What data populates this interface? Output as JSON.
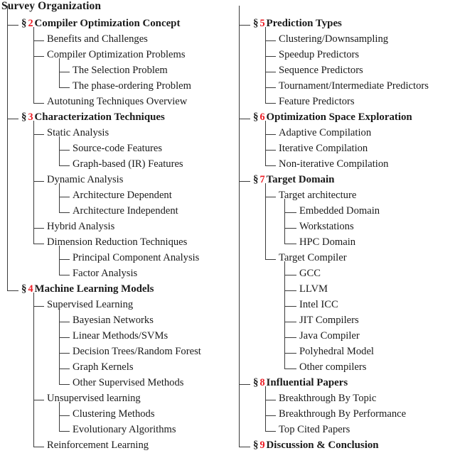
{
  "title": "Survey Organization",
  "accent_color": "#ec1c24",
  "line_color": "#3b3b3b",
  "section_mark": "§",
  "columns": [
    {
      "name": "left-column",
      "sections": [
        {
          "num": "2",
          "label": "Compiler Optimization Concept",
          "children": [
            {
              "label": "Benefits and Challenges",
              "children": []
            },
            {
              "label": "Compiler Optimization Problems",
              "children": [
                {
                  "label": "The Selection Problem"
                },
                {
                  "label": "The phase-ordering Problem"
                }
              ]
            },
            {
              "label": "Autotuning Techniques Overview",
              "children": []
            }
          ]
        },
        {
          "num": "3",
          "label": "Characterization Techniques",
          "children": [
            {
              "label": "Static Analysis",
              "children": [
                {
                  "label": "Source-code Features"
                },
                {
                  "label": "Graph-based (IR) Features"
                }
              ]
            },
            {
              "label": "Dynamic Analysis",
              "children": [
                {
                  "label": "Architecture Dependent"
                },
                {
                  "label": "Architecture Independent"
                }
              ]
            },
            {
              "label": "Hybrid Analysis",
              "children": []
            },
            {
              "label": "Dimension Reduction Techniques",
              "children": [
                {
                  "label": "Principal Component Analysis"
                },
                {
                  "label": "Factor Analysis"
                }
              ]
            }
          ]
        },
        {
          "num": "4",
          "label": "Machine Learning Models",
          "children": [
            {
              "label": "Supervised Learning",
              "children": [
                {
                  "label": "Bayesian Networks"
                },
                {
                  "label": "Linear Methods/SVMs"
                },
                {
                  "label": "Decision Trees/Random Forest"
                },
                {
                  "label": "Graph Kernels"
                },
                {
                  "label": "Other Supervised Methods"
                }
              ]
            },
            {
              "label": "Unsupervised learning",
              "children": [
                {
                  "label": "Clustering Methods"
                },
                {
                  "label": "Evolutionary Algorithms"
                }
              ]
            },
            {
              "label": "Reinforcement Learning",
              "children": []
            }
          ]
        }
      ]
    },
    {
      "name": "right-column",
      "sections": [
        {
          "num": "5",
          "label": "Prediction Types",
          "children": [
            {
              "label": "Clustering/Downsampling",
              "children": []
            },
            {
              "label": "Speedup Predictors",
              "children": []
            },
            {
              "label": "Sequence Predictors",
              "children": []
            },
            {
              "label": "Tournament/Intermediate Predictors",
              "children": []
            },
            {
              "label": "Feature Predictors",
              "children": []
            }
          ]
        },
        {
          "num": "6",
          "label": "Optimization Space Exploration",
          "children": [
            {
              "label": "Adaptive Compilation",
              "children": []
            },
            {
              "label": "Iterative Compilation",
              "children": []
            },
            {
              "label": "Non-iterative Compilation",
              "children": []
            }
          ]
        },
        {
          "num": "7",
          "label": "Target Domain",
          "children": [
            {
              "label": "Target architecture",
              "children": [
                {
                  "label": "Embedded Domain"
                },
                {
                  "label": "Workstations"
                },
                {
                  "label": "HPC Domain"
                }
              ]
            },
            {
              "label": "Target Compiler",
              "children": [
                {
                  "label": "GCC"
                },
                {
                  "label": "LLVM"
                },
                {
                  "label": "Intel ICC"
                },
                {
                  "label": "JIT Compilers"
                },
                {
                  "label": "Java Compiler"
                },
                {
                  "label": "Polyhedral Model"
                },
                {
                  "label": "Other compilers"
                }
              ]
            }
          ]
        },
        {
          "num": "8",
          "label": "Influential Papers",
          "children": [
            {
              "label": "Breakthrough By Topic",
              "children": []
            },
            {
              "label": "Breakthrough By Performance",
              "children": []
            },
            {
              "label": "Top Cited Papers",
              "children": []
            }
          ]
        },
        {
          "num": "9",
          "label": "Discussion & Conclusion",
          "children": []
        }
      ]
    }
  ]
}
